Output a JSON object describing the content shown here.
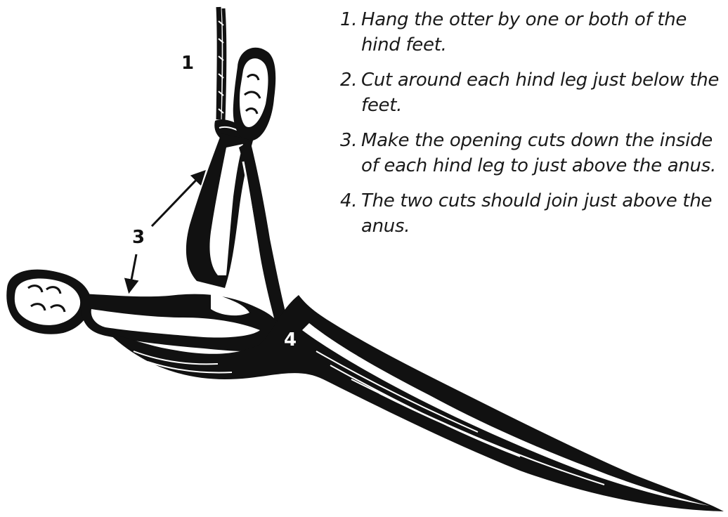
{
  "callouts": {
    "one": "1",
    "three": "3",
    "four": "4"
  },
  "steps": [
    {
      "number": "1.",
      "text": "Hang the otter by one or both of the hind feet."
    },
    {
      "number": "2.",
      "text": "Cut around each hind leg just below the feet."
    },
    {
      "number": "3.",
      "text": "Make the opening cuts down the inside of each hind leg to just above the anus."
    },
    {
      "number": "4.",
      "text": "The two cuts should join just above the anus."
    }
  ],
  "colors": {
    "ink": "#111111",
    "paper": "#ffffff",
    "text": "#1a1a1a"
  }
}
